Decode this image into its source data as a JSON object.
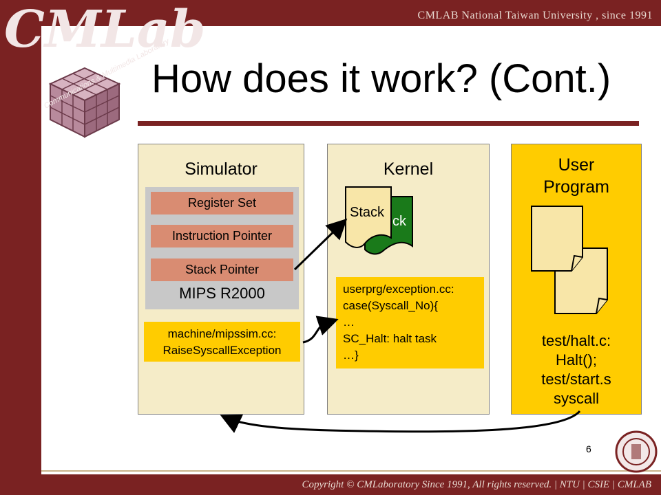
{
  "header": {
    "credit": "CMLAB National Taiwan University , since 1991"
  },
  "logo": {
    "text": "CMLab",
    "caption": "Communications & Multimedia Laboratory"
  },
  "slide": {
    "title": "How does it work? (Cont.)"
  },
  "simulator": {
    "title": "Simulator",
    "registers": [
      "Register Set",
      "Instruction Pointer",
      "Stack Pointer"
    ],
    "cpu_label": "MIPS R2000",
    "code": [
      "machine/mipssim.cc:",
      "RaiseSyscallException"
    ]
  },
  "kernel": {
    "title": "Kernel",
    "stack_front": "Stack",
    "stack_back": "ck",
    "code": [
      "userprg/exception.cc:",
      "case(Syscall_No){",
      "…",
      "SC_Halt: halt task",
      "…}"
    ]
  },
  "user": {
    "title": [
      "User",
      "Program"
    ],
    "code": [
      "test/halt.c:",
      "Halt();",
      "test/start.s",
      "syscall"
    ]
  },
  "page_marker": "6",
  "footer": {
    "text": "Copyright © CMLaboratory Since 1991, All rights reserved.  |  NTU  |  CSIE  |  CMLAB"
  },
  "colors": {
    "frame": "#7a2222",
    "panel": "#f5ecc8",
    "accent": "#ffcc00",
    "register": "#d98c72",
    "cpu": "#c8c8c8",
    "stack_green": "#1a7a1a"
  }
}
